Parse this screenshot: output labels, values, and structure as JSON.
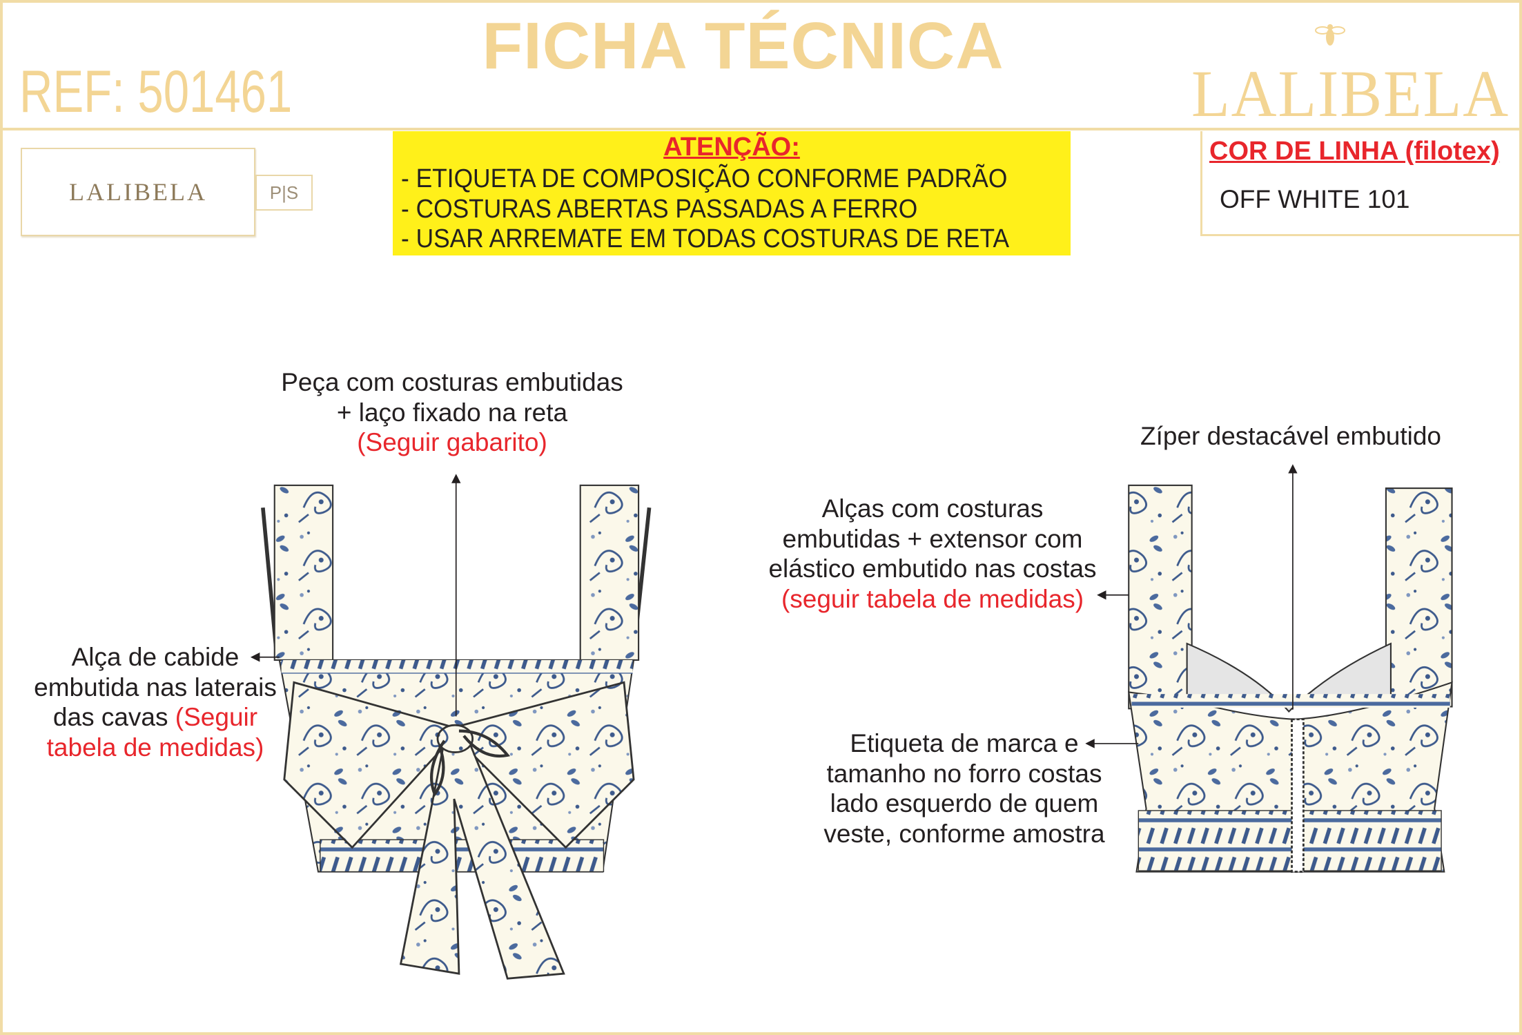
{
  "header": {
    "title": "FICHA TÉCNICA",
    "ref": "REF: 501461",
    "brand": "LALIBELA"
  },
  "label": {
    "brand": "LALIBELA",
    "size": "P|S"
  },
  "attention": {
    "heading": "ATENÇÃO:",
    "lines": [
      "- ETIQUETA DE COMPOSIÇÃO CONFORME PADRÃO",
      "- COSTURAS ABERTAS PASSADAS A FERRO",
      "- USAR ARREMATE EM TODAS COSTURAS DE RETA"
    ]
  },
  "thread": {
    "heading": "COR DE LINHA (filotex)",
    "value": "OFF WHITE 101"
  },
  "notes": {
    "front_top": [
      "Peça com costuras embutidas",
      "+ laço fixado na reta",
      "(Seguir gabarito)"
    ],
    "front_side": [
      "Alça de cabide",
      "embutida nas laterais",
      "das cavas ",
      "(Seguir",
      "tabela de medidas)"
    ],
    "back_top": "Zíper destacável embutido",
    "back_straps": [
      "Alças com costuras",
      "embutidas + extensor com",
      "elástico embutido nas costas",
      "(seguir tabela de medidas)"
    ],
    "back_label": [
      "Etiqueta de marca e",
      "tamanho no forro costas",
      "lado esquerdo de quem",
      "veste, conforme amostra"
    ]
  },
  "colors": {
    "gold": "#f3d594",
    "red": "#e8262c",
    "yellow": "#fff01a",
    "print_blue": "#3d5a8c"
  }
}
